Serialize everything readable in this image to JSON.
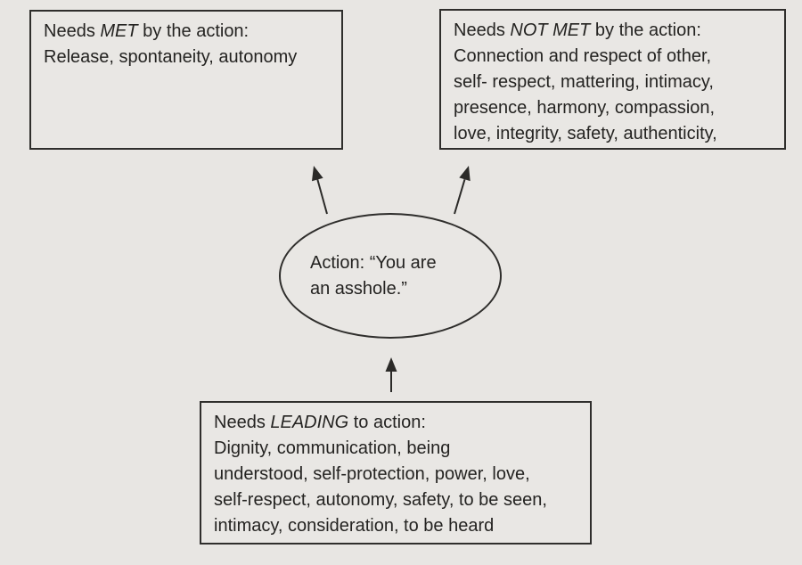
{
  "colors": {
    "background": "#e8e6e3",
    "line": "#2b2a28",
    "text": "#242321"
  },
  "boxes": {
    "met": {
      "title_prefix": "Needs ",
      "title_italic": "MET",
      "title_suffix": " by the action:",
      "lines": [
        "Release, spontaneity, autonomy"
      ]
    },
    "not_met": {
      "title_prefix": "Needs ",
      "title_italic": "NOT MET",
      "title_suffix": " by the action:",
      "lines": [
        "Connection and respect of other,",
        "self- respect, mattering, intimacy,",
        "presence, harmony, compassion,",
        "love, integrity, safety, authenticity,"
      ]
    },
    "leading": {
      "title_prefix": "Needs ",
      "title_italic": "LEADING",
      "title_suffix": " to action:",
      "lines": [
        "Dignity, communication, being",
        "understood, self-protection, power, love,",
        "self-respect, autonomy, safety, to be seen,",
        "intimacy, consideration, to be heard"
      ]
    }
  },
  "ellipse": {
    "lines": [
      "Action: “You are",
      "an asshole.”"
    ]
  },
  "arrows": {
    "to_met": "up-left-arrow",
    "to_not_met": "up-right-arrow",
    "to_action": "up-arrow"
  }
}
